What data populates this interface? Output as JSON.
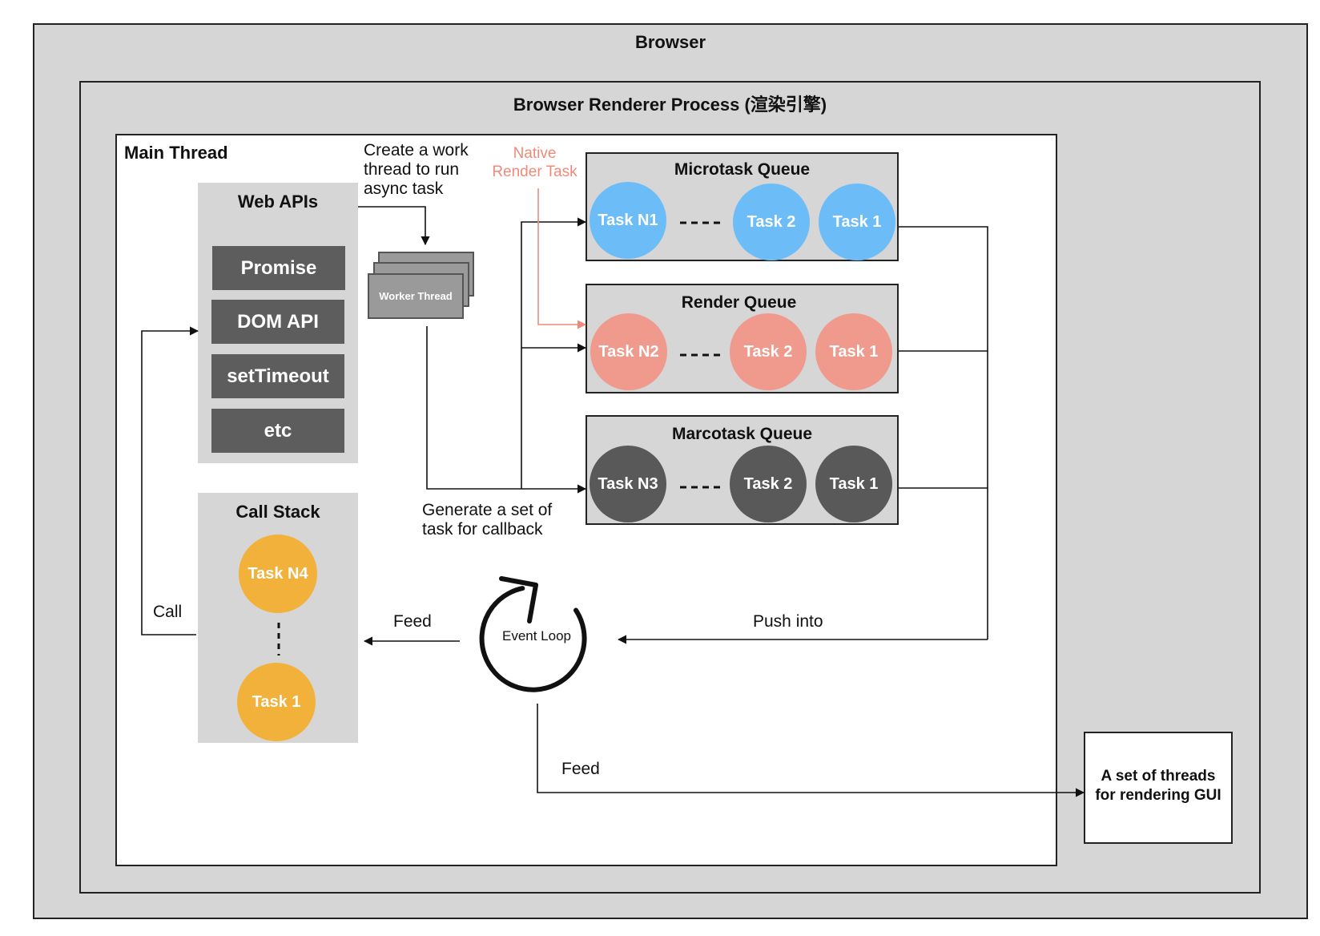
{
  "browser": {
    "title": "Browser"
  },
  "renderer": {
    "title": "Browser Renderer Process (渲染引擎)"
  },
  "main_thread": {
    "title": "Main Thread"
  },
  "web_apis": {
    "title": "Web APIs",
    "items": [
      "Promise",
      "DOM API",
      "setTimeout",
      "etc"
    ]
  },
  "worker": {
    "create_label_lines": [
      "Create a work",
      "thread to run",
      "async task"
    ],
    "thread_label": "Worker Thread"
  },
  "native_render": {
    "lines": [
      "Native",
      "Render Task"
    ],
    "color": "#ef8a7a"
  },
  "queues": {
    "microtask": {
      "title": "Microtask Queue",
      "tasks": [
        "Task N1",
        "Task 2",
        "Task 1"
      ],
      "color": "#6cbdf7"
    },
    "render": {
      "title": "Render Queue",
      "tasks": [
        "Task N2",
        "Task 2",
        "Task 1"
      ],
      "color": "#ef9a8d"
    },
    "macrotask": {
      "title": "Marcotask Queue",
      "tasks": [
        "Task N3",
        "Task 2",
        "Task 1"
      ],
      "color": "#595959"
    }
  },
  "callback_label_lines": [
    "Generate a set of",
    "task for callback"
  ],
  "call_stack": {
    "title": "Call Stack",
    "tasks": [
      "Task N4",
      "Task 1"
    ],
    "color": "#f2b13a"
  },
  "event_loop": {
    "label": "Event Loop"
  },
  "labels": {
    "call": "Call",
    "feed_left": "Feed",
    "push_into": "Push into",
    "feed_bottom": "Feed"
  },
  "gui": {
    "lines": [
      "A set of threads",
      "for rendering GUI"
    ]
  }
}
